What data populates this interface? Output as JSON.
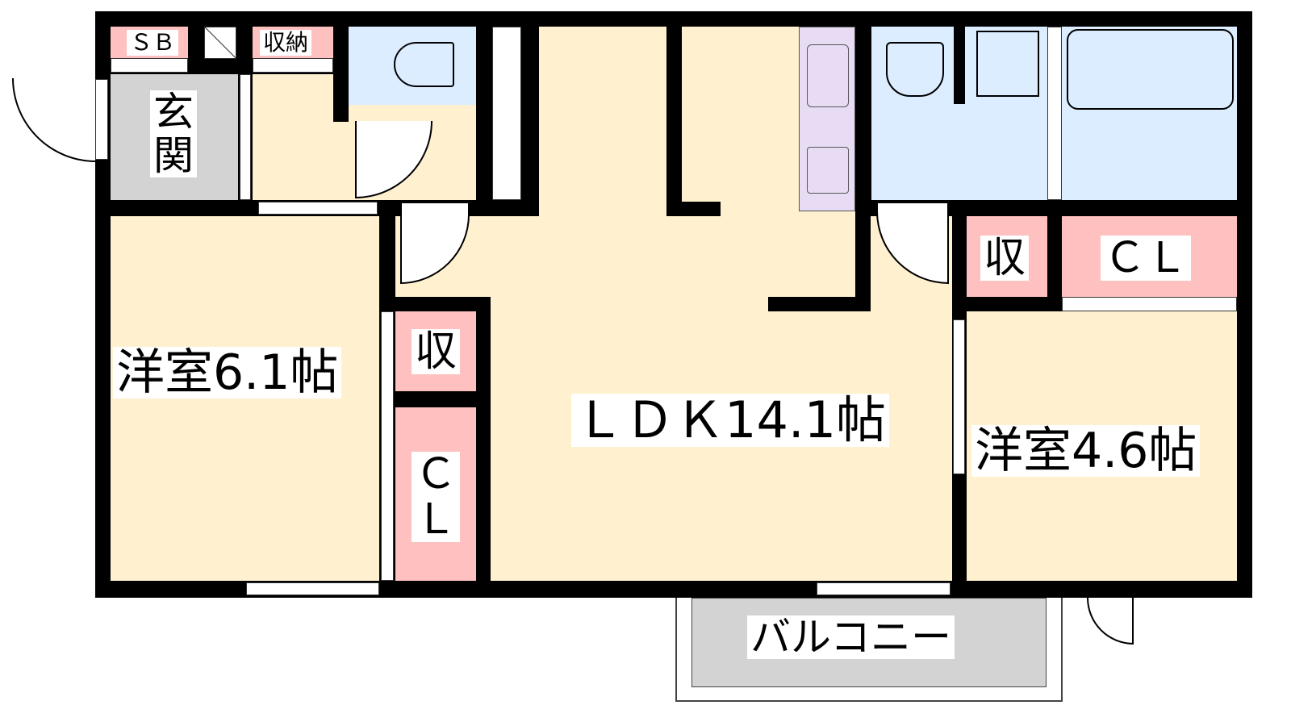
{
  "rooms": {
    "sb": "ＳＢ",
    "storage_top": "収納",
    "entrance_line1": "玄",
    "entrance_line2": "関",
    "western_room_1": "洋室6.1帖",
    "closet_small_left": "収",
    "closet_left_line1": "Ｃ",
    "closet_left_line2": "Ｌ",
    "ldk": "ＬＤＫ14.1帖",
    "closet_small_right": "収",
    "closet_right": "ＣＬ",
    "western_room_2": "洋室4.6帖",
    "balcony": "バルコニー"
  },
  "colors": {
    "wall": "#000000",
    "floor": "#fff0d0",
    "storage": "#ffc0c0",
    "wet_area": "#dcedff",
    "entrance": "#d3d3d3",
    "balcony": "#d3d3d3",
    "kitchen": "#e8dcf4"
  }
}
